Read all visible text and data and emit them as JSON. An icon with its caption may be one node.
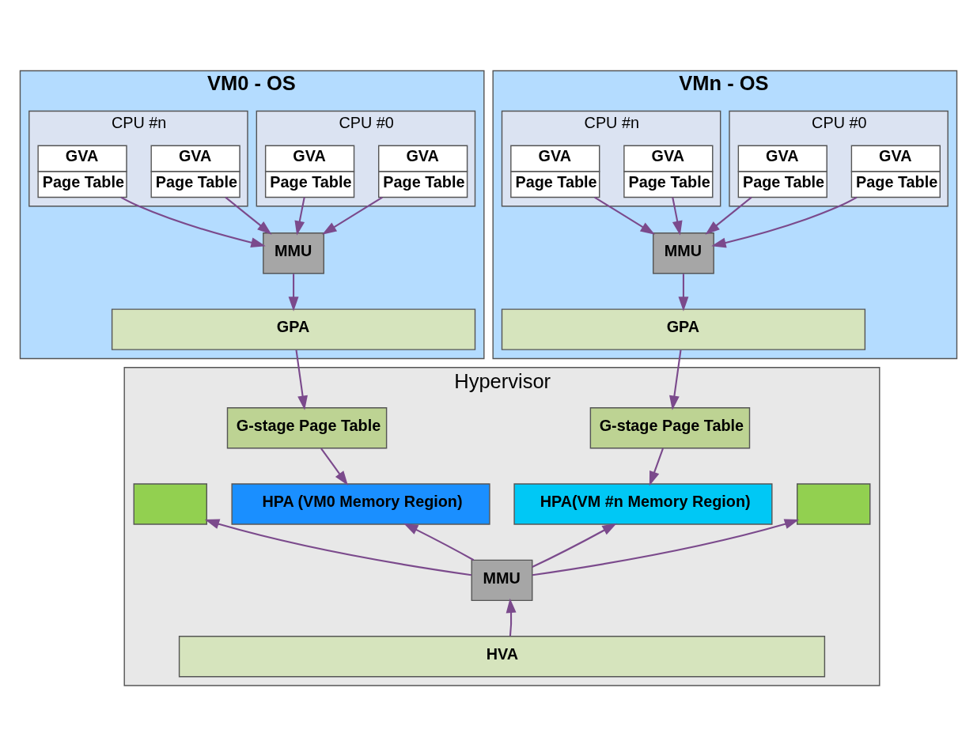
{
  "diagram": {
    "nodes": [
      {
        "text": [
          "VM0 - OS"
        ]
      },
      {
        "text": [
          "CPU #0"
        ],
        "in": 0
      },
      {
        "text": [
          "GVA",
          "Page Table"
        ],
        "in": 1
      },
      {
        "text": [
          "GVA",
          "Page Table"
        ],
        "in": 1
      },
      {
        "text": [
          "CPU #n"
        ],
        "in": 0
      },
      {
        "text": [
          "GVA",
          "Page Table"
        ],
        "in": 4
      },
      {
        "text": [
          "GVA",
          "Page Table"
        ],
        "in": 4
      },
      {
        "text": [
          "MMU"
        ],
        "in": 0
      },
      {
        "text": [
          "GPA"
        ],
        "in": 0
      },
      {
        "text": [
          "VMn - OS"
        ]
      },
      {
        "text": [
          "CPU #0"
        ],
        "in": 9
      },
      {
        "text": [
          "GVA",
          "Page Table"
        ],
        "in": 10
      },
      {
        "text": [
          "GVA",
          "Page Table"
        ],
        "in": 10
      },
      {
        "text": [
          "CPU #n"
        ],
        "in": 9
      },
      {
        "text": [
          "GVA",
          "Page Table"
        ],
        "in": 13
      },
      {
        "text": [
          "GVA",
          "Page Table"
        ],
        "in": 13
      },
      {
        "text": [
          "MMU"
        ],
        "in": 9
      },
      {
        "text": [
          "GPA"
        ],
        "in": 9
      },
      {
        "text": [
          "Hypervisor"
        ]
      },
      {
        "text": [
          "G-stage Page Table"
        ],
        "in": 18
      },
      {
        "text": [
          "G-stage Page Table"
        ],
        "in": 18
      },
      {
        "text": [],
        "shape": "box",
        "in": 18
      },
      {
        "text": [
          "HPA (VM0 Memory Region)"
        ],
        "in": 18
      },
      {
        "text": [
          "HPA(VM #n Memory Region)"
        ],
        "in": 18
      },
      {
        "text": [],
        "shape": "box",
        "in": 18
      },
      {
        "text": [
          "MMU"
        ],
        "in": 18
      },
      {
        "text": [
          "HVA"
        ],
        "in": 18
      }
    ],
    "edges": [
      {
        "from": 2,
        "to": 7,
        "arrow": "to"
      },
      {
        "from": 3,
        "to": 7,
        "arrow": "to"
      },
      {
        "from": 5,
        "to": 7,
        "arrow": "to"
      },
      {
        "from": 6,
        "to": 7,
        "arrow": "to"
      },
      {
        "from": 7,
        "to": 8,
        "arrow": "to"
      },
      {
        "from": 8,
        "to": 19,
        "arrow": "to"
      },
      {
        "from": 19,
        "to": 22,
        "arrow": "to"
      },
      {
        "from": 11,
        "to": 16,
        "arrow": "to"
      },
      {
        "from": 12,
        "to": 16,
        "arrow": "to"
      },
      {
        "from": 14,
        "to": 16,
        "arrow": "to"
      },
      {
        "from": 15,
        "to": 16,
        "arrow": "to"
      },
      {
        "from": 16,
        "to": 17,
        "arrow": "to"
      },
      {
        "from": 17,
        "to": 20,
        "arrow": "to"
      },
      {
        "from": 20,
        "to": 23,
        "arrow": "to"
      },
      {
        "from": 25,
        "to": 21,
        "arrow": "to"
      },
      {
        "from": 25,
        "to": 22,
        "arrow": "to"
      },
      {
        "from": 25,
        "to": 23,
        "arrow": "to"
      },
      {
        "from": 25,
        "to": 24,
        "arrow": "to"
      },
      {
        "from": 26,
        "to": 25,
        "arrow": "to"
      }
    ]
  }
}
